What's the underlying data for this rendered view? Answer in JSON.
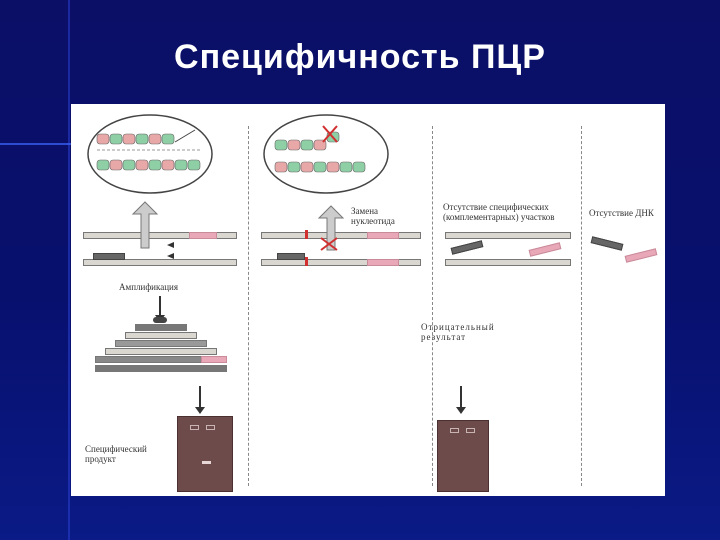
{
  "slide": {
    "title": "Специфичность ПЦР"
  },
  "diagram": {
    "label_amplification": "Амплификация",
    "label_specific_product": "Специфический\nпродукт",
    "label_substitution": "Замена\nнуклеотида",
    "label_no_specific": "Отсутствие специфических\n(комплементарных) участков",
    "label_no_dna": "Отсутствие ДНК",
    "label_negative": "Отрицательный\nрезультат"
  },
  "colors": {
    "background": "#0b0f66",
    "primer_pink": "#e8a8b8",
    "primer_gray": "#666666",
    "gel": "#6e4b4b"
  }
}
